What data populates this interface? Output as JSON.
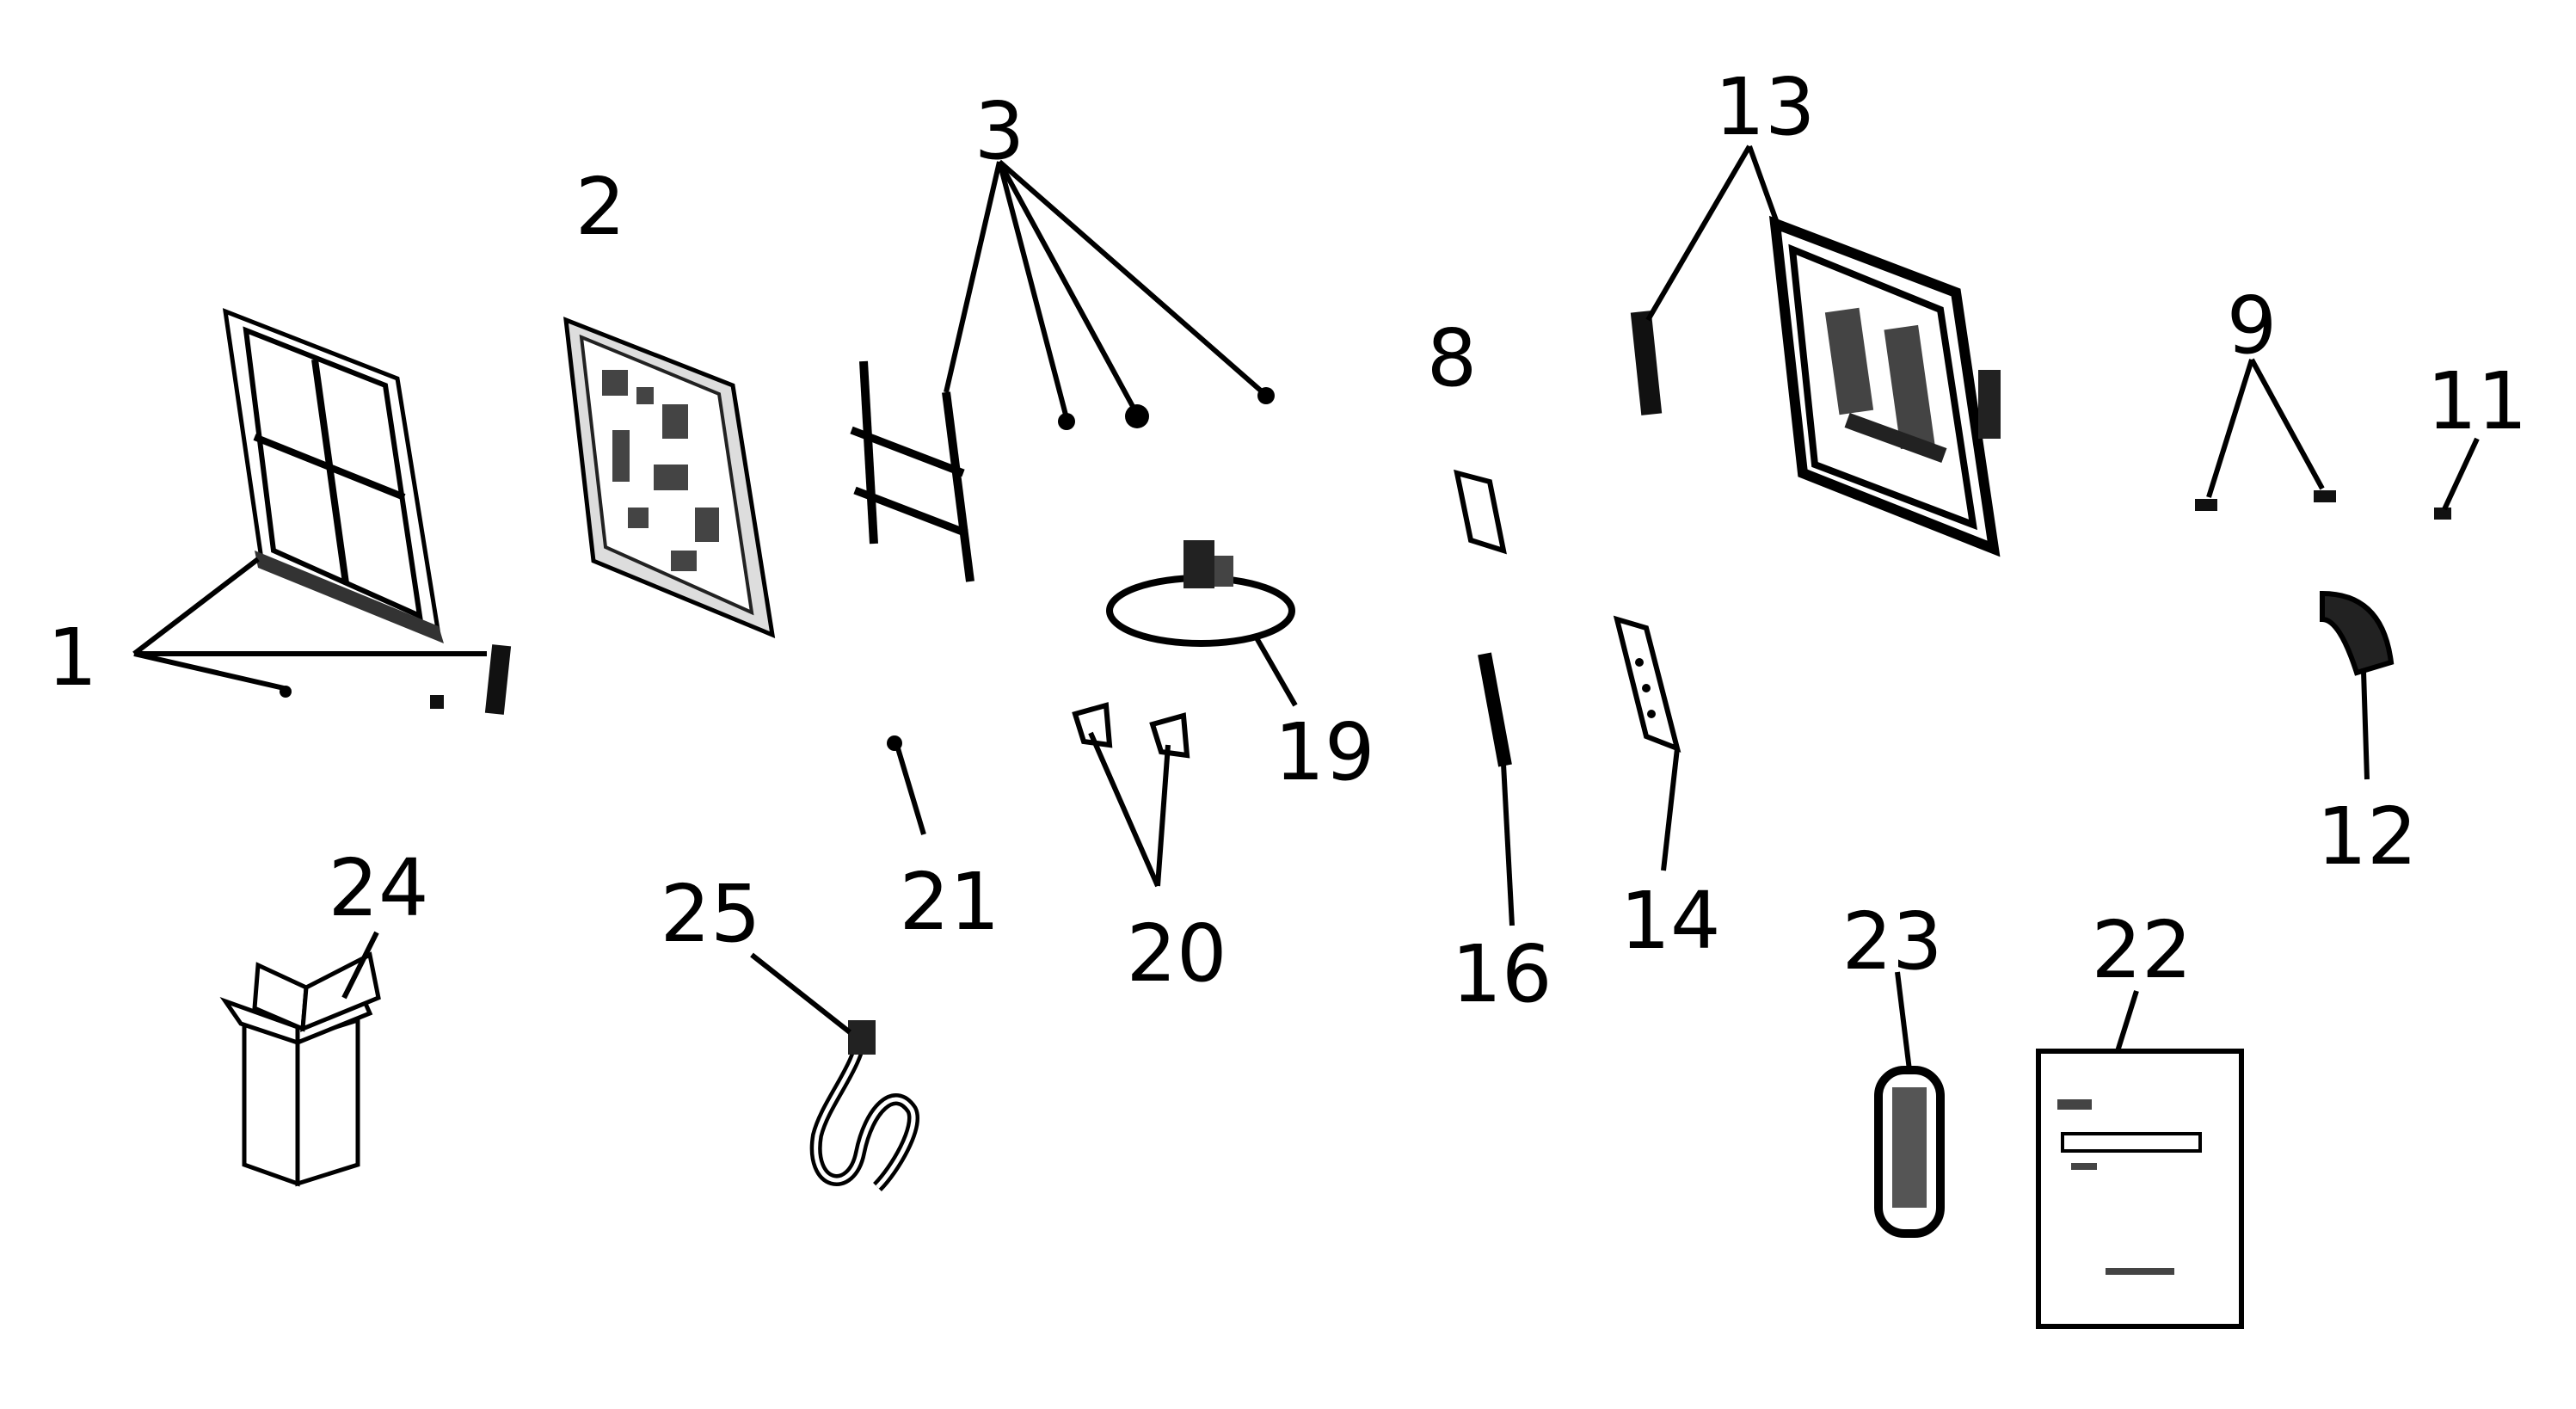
{
  "callouts": {
    "c1": "1",
    "c2": "2",
    "c3": "3",
    "c8": "8",
    "c9": "9",
    "c11": "11",
    "c12": "12",
    "c13": "13",
    "c14": "14",
    "c16": "16",
    "c19": "19",
    "c20": "20",
    "c21": "21",
    "c22": "22",
    "c23": "23",
    "c24": "24",
    "c25": "25"
  },
  "parts": [
    {
      "id": "1",
      "icon": "front-bezel-icon"
    },
    {
      "id": "2",
      "icon": "lcd-panel-icon"
    },
    {
      "id": "3",
      "icon": "bracket-and-screws-icon"
    },
    {
      "id": "8",
      "icon": "circuit-board-icon"
    },
    {
      "id": "9",
      "icon": "clip-pair-icon"
    },
    {
      "id": "11",
      "icon": "screw-icon"
    },
    {
      "id": "12",
      "icon": "speaker-icon"
    },
    {
      "id": "13",
      "icon": "back-cover-icon"
    },
    {
      "id": "14",
      "icon": "key-board-icon"
    },
    {
      "id": "16",
      "icon": "strip-board-icon"
    },
    {
      "id": "19",
      "icon": "stand-base-icon"
    },
    {
      "id": "20",
      "icon": "hook-pair-icon"
    },
    {
      "id": "21",
      "icon": "small-screw-icon"
    },
    {
      "id": "22",
      "icon": "user-manual-icon"
    },
    {
      "id": "23",
      "icon": "remote-control-icon"
    },
    {
      "id": "24",
      "icon": "shipping-box-icon"
    },
    {
      "id": "25",
      "icon": "power-cord-icon"
    }
  ]
}
